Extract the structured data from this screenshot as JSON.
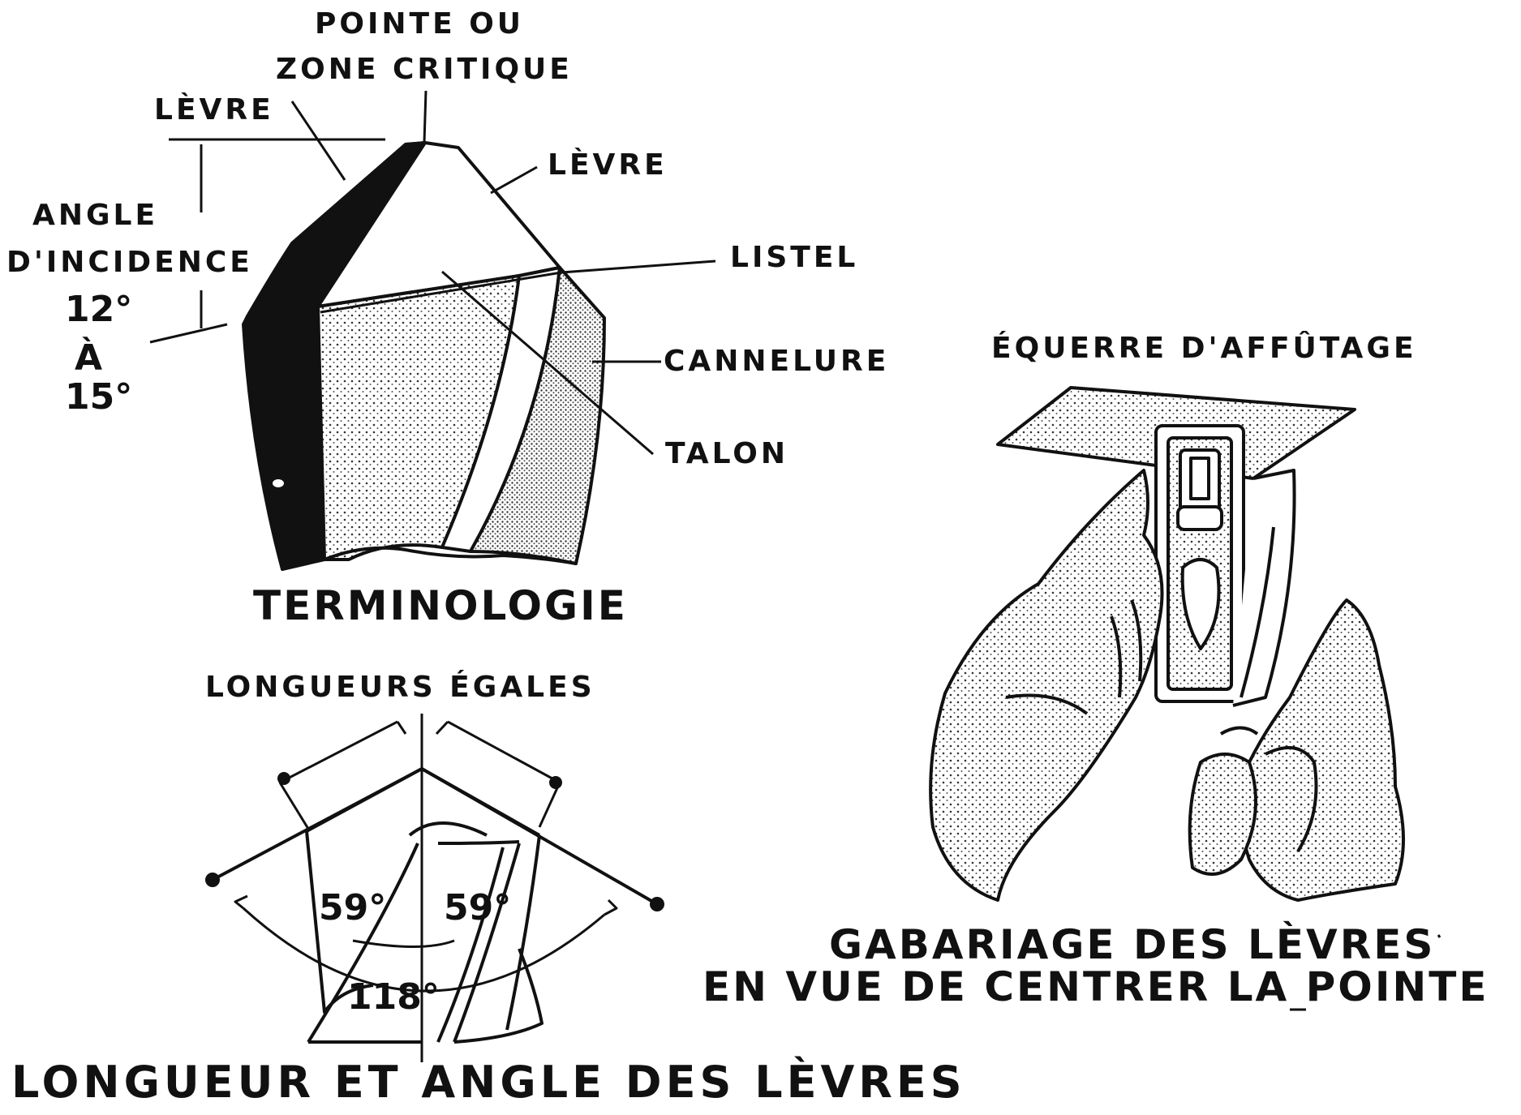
{
  "colors": {
    "ink": "#111111",
    "paper": "#ffffff",
    "shade": "#cfcfcf"
  },
  "terminology": {
    "pointe_line1": "POINTE OU",
    "pointe_line2": "ZONE CRITIQUE",
    "levre_left": "LÈVRE",
    "levre_right": "LÈVRE",
    "angle_line1": "ANGLE",
    "angle_line2": "D'INCIDENCE",
    "angle_value_from": "12°",
    "angle_value_to_word": "À",
    "angle_value_to": "15°",
    "listel": "LISTEL",
    "cannelure": "CANNELURE",
    "talon": "TALON",
    "caption": "TERMINOLOGIE"
  },
  "lengths": {
    "equal_lengths": "LONGUEURS ÉGALES",
    "angle_left": "59°",
    "angle_right": "59°",
    "angle_total": "118°",
    "caption": "LONGUEUR ET ANGLE DES LÈVRES"
  },
  "gauge": {
    "title": "ÉQUERRE D'AFFÛTAGE",
    "caption_line1": "GABARIAGE DES LÈVRES",
    "caption_line2": "EN VUE DE CENTRER LA POINTE"
  },
  "icons": {
    "drill_tip": "drill-tip-illustration-icon",
    "lip_angle": "lip-angle-diagram-icon",
    "gauge_hands": "hands-with-gauge-icon"
  }
}
